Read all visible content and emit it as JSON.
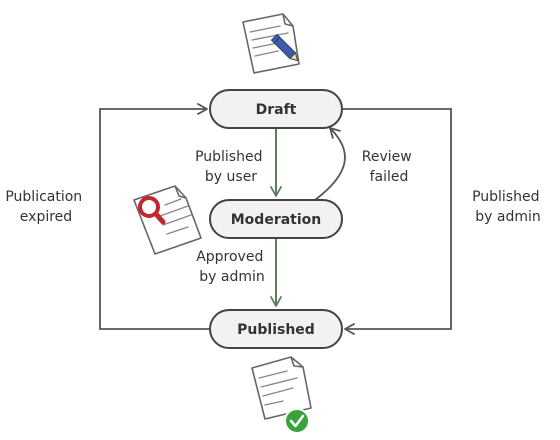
{
  "states": {
    "draft": "Draft",
    "moderation": "Moderation",
    "published": "Published"
  },
  "transitions": {
    "published_by_user": [
      "Published",
      "by user"
    ],
    "review_failed": [
      "Review",
      "failed"
    ],
    "approved_by_admin": [
      "Approved",
      "by admin"
    ],
    "publication_expired": [
      "Publication",
      "expired"
    ],
    "published_by_admin": [
      "Published",
      "by admin"
    ]
  },
  "icons": {
    "draft": "document-pencil-icon",
    "moderation": "document-magnifier-icon",
    "published": "document-checkmark-icon"
  },
  "colors": {
    "state_fill": "#f2f2f2",
    "state_stroke": "#444444",
    "flow_forward": "#5b7e5b",
    "flow_other": "#555555",
    "pencil": "#3d5ca8",
    "magnifier": "#c3262f",
    "check": "#3aa23a"
  }
}
